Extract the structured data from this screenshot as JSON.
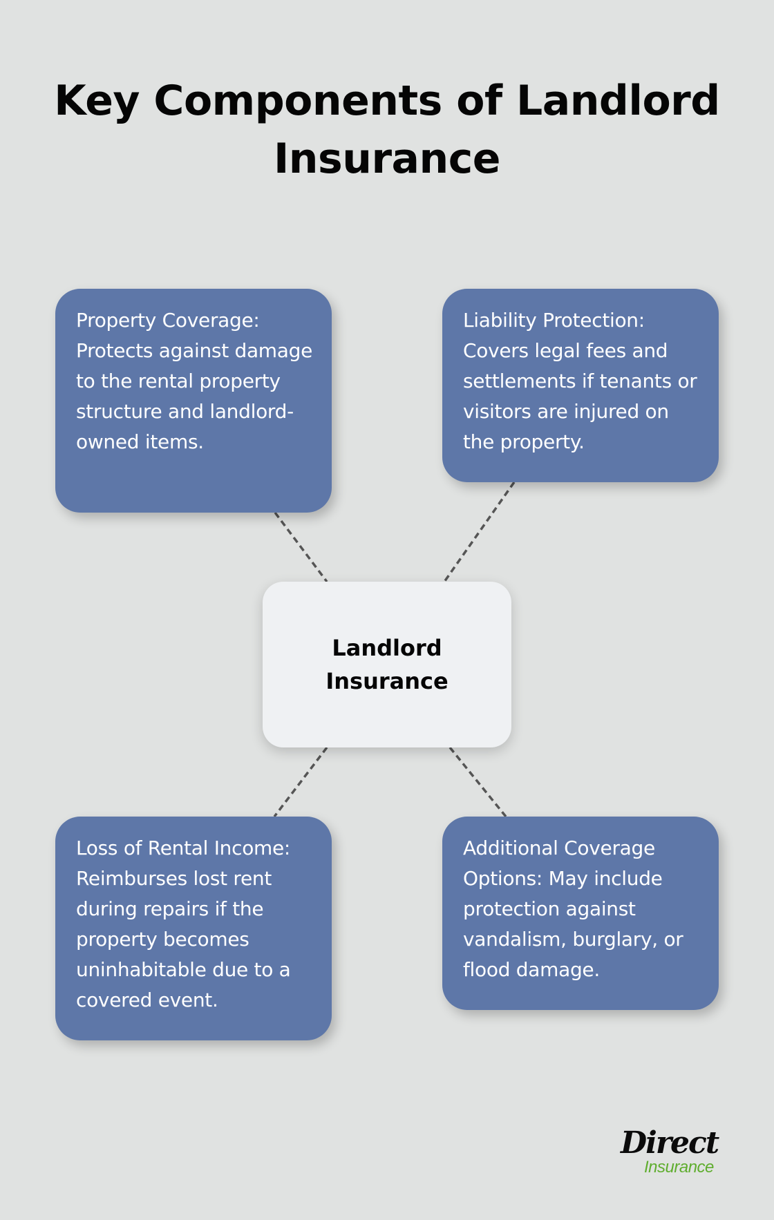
{
  "title": "Key Components of Landlord Insurance",
  "center_node": {
    "label": "Landlord Insurance"
  },
  "cards": [
    {
      "label": "Property Coverage: Protects against damage to the rental property structure and landlord-owned items."
    },
    {
      "label": "Liability Protection: Covers legal fees and settlements if tenants or visitors are injured on the property."
    },
    {
      "label": "Loss of Rental Income: Reimburses lost rent during repairs if the property becomes uninhabitable due to a covered event."
    },
    {
      "label": "Additional Coverage Options: May include protection against vandalism, burglary, or flood damage."
    }
  ],
  "logo": {
    "line1": "Direct",
    "line2": "Insurance"
  },
  "colors": {
    "background": "#e0e2e1",
    "card": "#5e77a8",
    "center": "#eff1f3",
    "connector": "#555555",
    "logo_green": "#5fad2e"
  }
}
